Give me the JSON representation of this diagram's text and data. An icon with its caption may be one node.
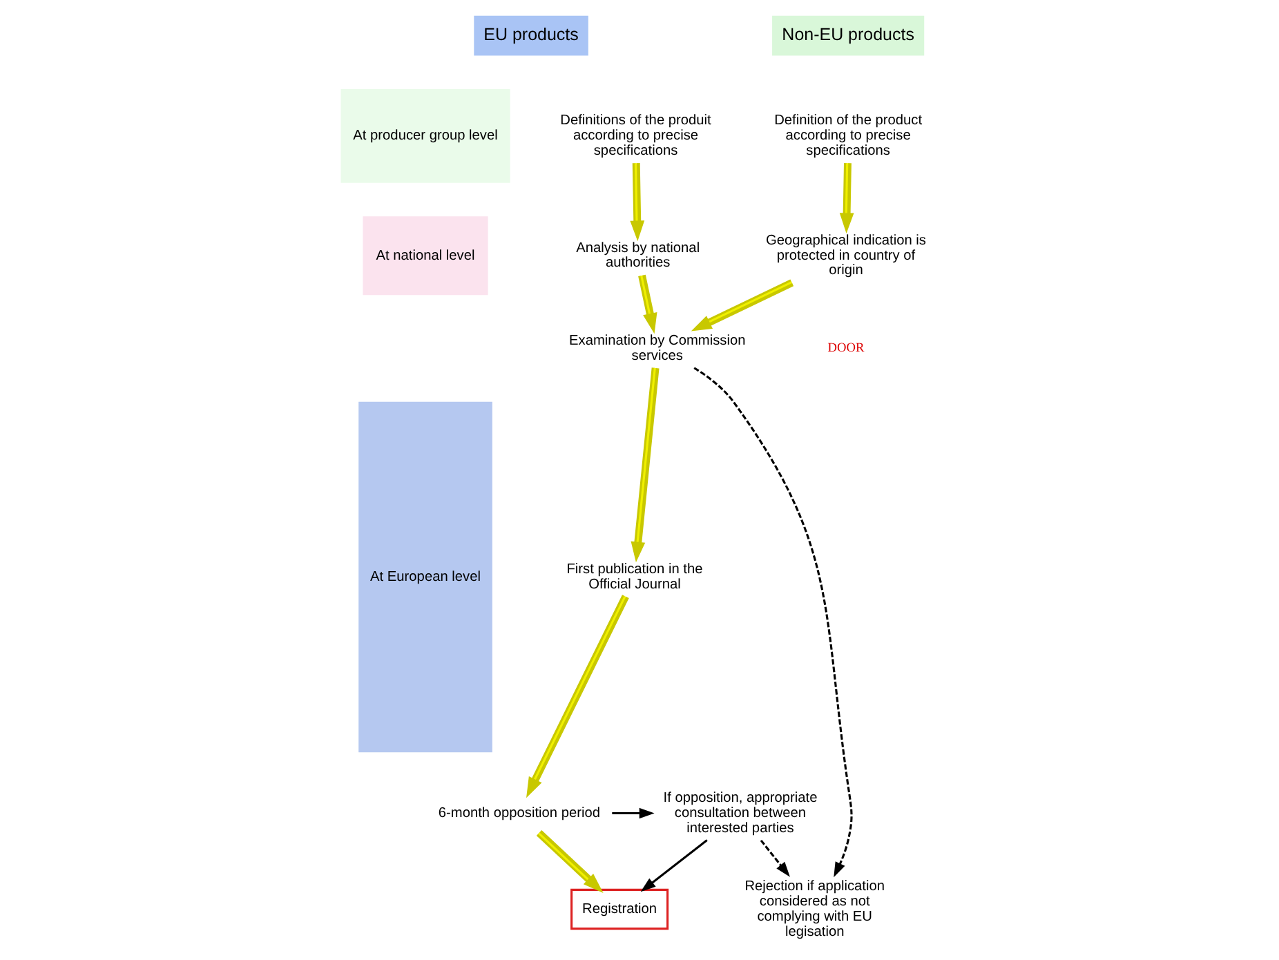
{
  "diagram": {
    "nodes": [
      {
        "text": [
          "EU products"
        ]
      },
      {
        "text": [
          "Non-EU products"
        ]
      },
      {
        "text": [
          "At producer group level"
        ]
      },
      {
        "text": [
          "At national level"
        ]
      },
      {
        "text": [
          "At European level"
        ]
      },
      {
        "text": [
          "Definitions of the produit according to precise specifications"
        ]
      },
      {
        "text": [
          "Analysis by national authorities"
        ]
      },
      {
        "text": [
          "Definition of the product according to precise specifications"
        ]
      },
      {
        "text": [
          "Geographical indication is protected in country of origin"
        ]
      },
      {
        "text": [
          "Examination by Commission services"
        ]
      },
      {
        "text": [
          "First publication in the Official Journal"
        ]
      },
      {
        "text": [
          "6-month opposition period"
        ]
      },
      {
        "text": [
          "Rejection if application considered as not complying with EU legisation"
        ]
      },
      {
        "text": [
          "If opposition, appropriate consultation between interested parties"
        ]
      },
      {
        "text": [
          "Registration"
        ]
      }
    ],
    "edges": [
      {
        "from": 5,
        "to": 6,
        "arrow": "to"
      },
      {
        "from": 7,
        "to": 8,
        "arrow": "to"
      },
      {
        "from": 6,
        "to": 9,
        "arrow": "to"
      },
      {
        "from": 8,
        "to": 9,
        "arrow": "to"
      },
      {
        "from": 9,
        "to": 10,
        "arrow": "to"
      },
      {
        "from": 9,
        "to": 12,
        "arrow": "to",
        "style": "dashed",
        "color": "#000000"
      },
      {
        "from": 10,
        "to": 11,
        "arrow": "to"
      },
      {
        "from": 11,
        "to": 13,
        "arrow": "to",
        "color": "#000000"
      },
      {
        "from": 13,
        "to": 12,
        "arrow": "to",
        "style": "dashed",
        "color": "#000000"
      },
      {
        "from": 11,
        "to": 14,
        "arrow": "to"
      },
      {
        "from": 13,
        "to": 14,
        "arrow": "to",
        "color": "#000000"
      }
    ],
    "labels": [
      "DOOR"
    ]
  }
}
